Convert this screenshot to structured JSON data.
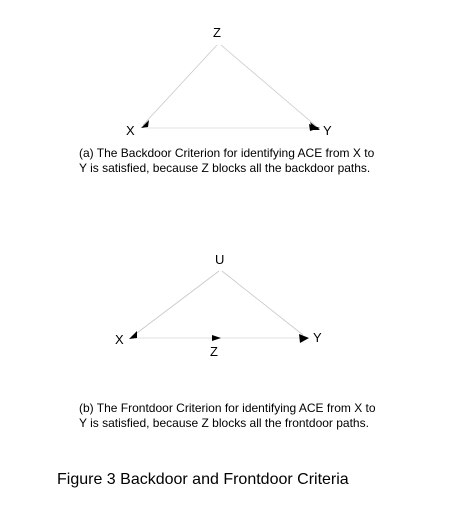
{
  "diagram_a": {
    "nodes": {
      "z": "Z",
      "x": "X",
      "y": "Y"
    },
    "caption": "(a) The Backdoor Criterion for identifying ACE from X to\nY is satisfied, because Z blocks all the backdoor paths."
  },
  "diagram_b": {
    "nodes": {
      "u": "U",
      "x": "X",
      "y": "Y",
      "z": "Z"
    },
    "caption": "(b) The Frontdoor Criterion for identifying ACE from X to\nY is satisfied, because Z blocks all the frontdoor paths."
  },
  "figure_title": "Figure 3 Backdoor and Frontdoor Criteria"
}
